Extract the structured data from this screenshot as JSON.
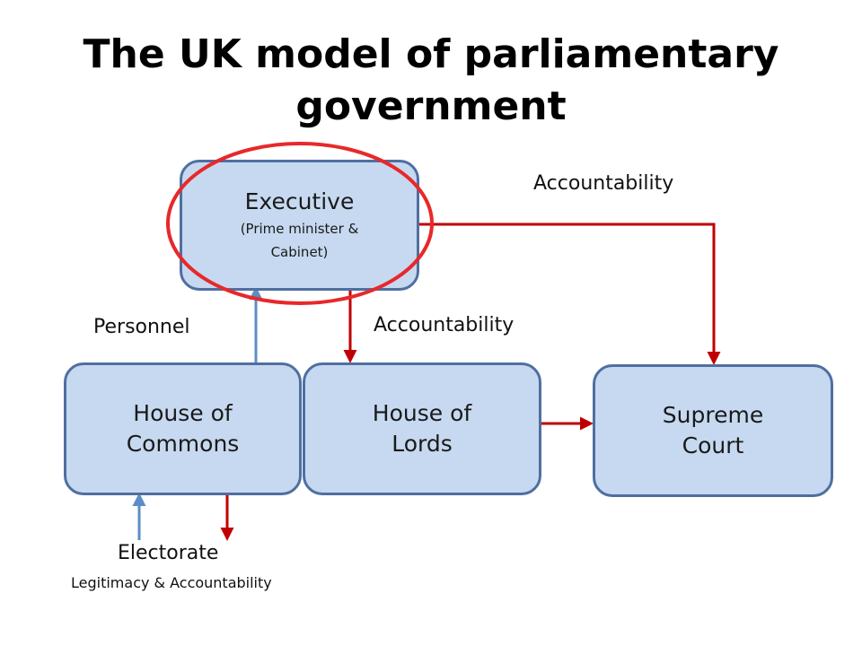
{
  "title": "The UK model of parliamentary government",
  "nodes": {
    "executive": {
      "label": "Executive",
      "sub": "(Prime minister &\nCabinet)"
    },
    "commons": {
      "label": "House of\nCommons"
    },
    "lords": {
      "label": "House of\nLords"
    },
    "supreme": {
      "label": "Supreme\nCourt"
    }
  },
  "labels": {
    "accountability_top": "Accountability",
    "personnel": "Personnel",
    "accountability_mid": "Accountability",
    "electorate": "Electorate",
    "electorate_sub": "Legitimacy & Accountability"
  },
  "colors": {
    "box_fill": "#c6d9f0",
    "box_border": "#4f6fa0",
    "arrow_red": "#c00000",
    "arrow_blue": "#5b8ec6",
    "highlight_circle": "#e8282a"
  }
}
